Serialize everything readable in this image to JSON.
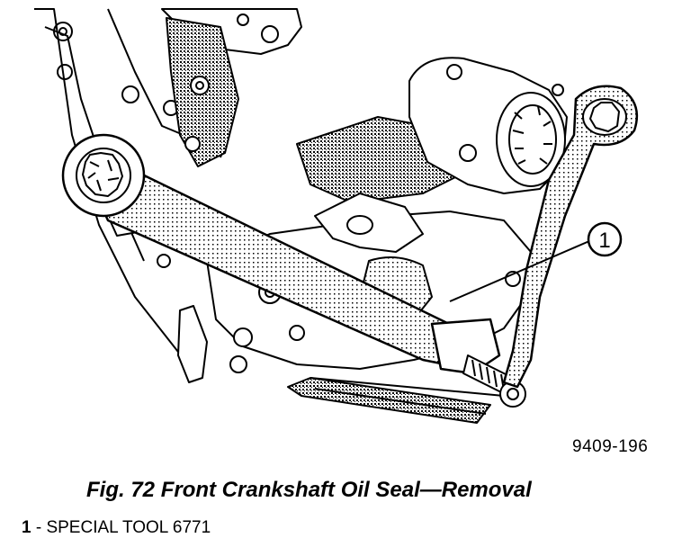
{
  "callout": {
    "number": "1"
  },
  "figure_id": "9409-196",
  "caption": "Fig. 72 Front Crankshaft Oil Seal—Removal",
  "legend": [
    {
      "number": "1",
      "text": " - SPECIAL TOOL 6771"
    }
  ],
  "colors": {
    "line": "#000000",
    "paper": "#ffffff",
    "shade": "#9a9a9a"
  }
}
